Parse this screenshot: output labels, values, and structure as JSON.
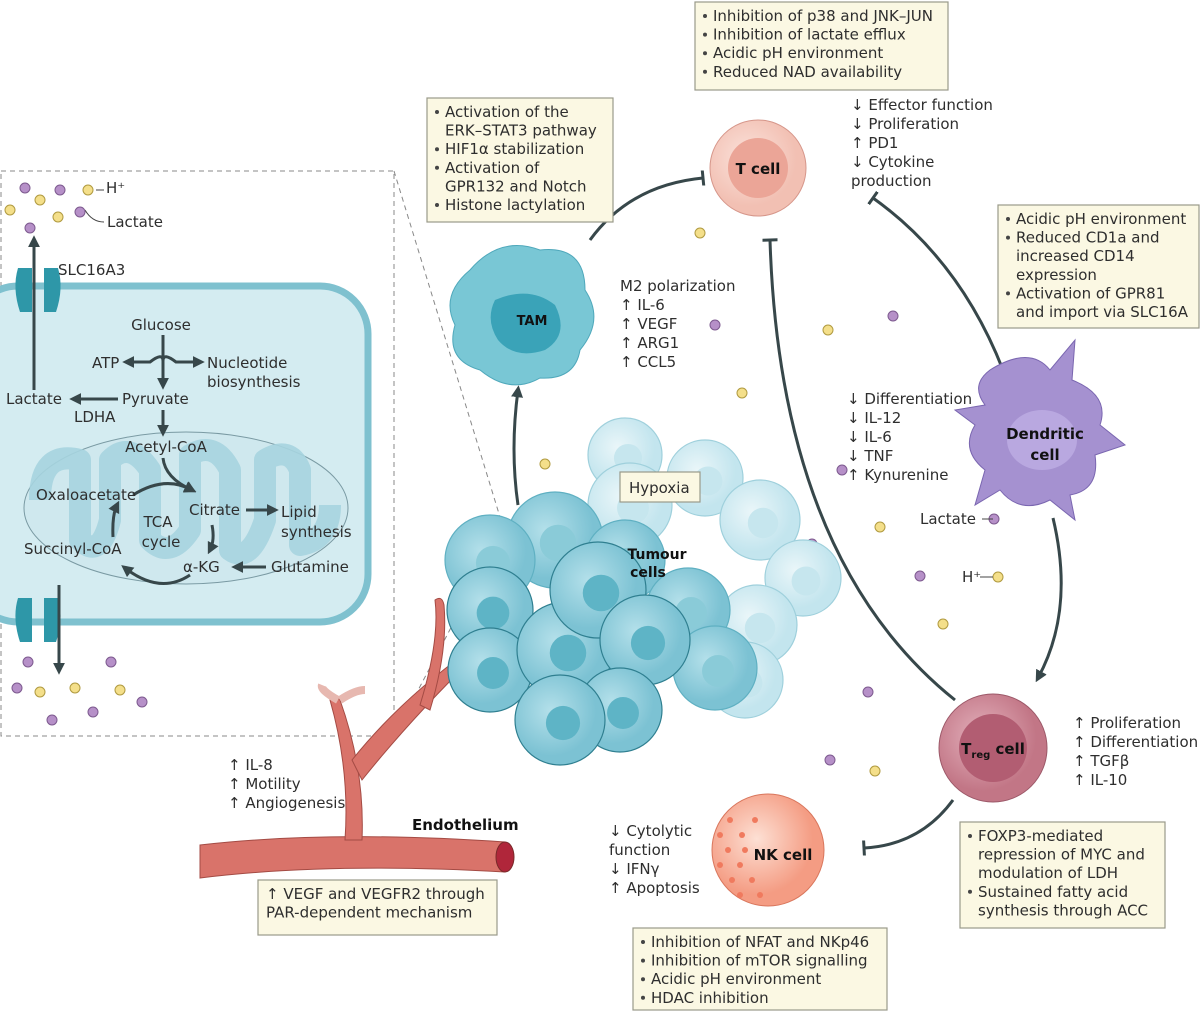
{
  "colors": {
    "note_bg": "#fbf8e3",
    "cell_cytoplasm": "#cde9ef",
    "membrane": "#7fc1cf",
    "tumour": "#7fc6d6",
    "tam": "#79c7d5",
    "t_cell": "#f5cfc6",
    "dendritic": "#a591d0",
    "treg": "#c77d8e",
    "nk": "#f39a82",
    "endothelium": "#d9736a",
    "lactate": "#b690c8",
    "proton": "#f4df8a",
    "arrow": "#37474a"
  },
  "inset": {
    "h_label": "H⁺",
    "lactate_label": "Lactate",
    "transporter": "SLC16A3",
    "glucose": "Glucose",
    "atp": "ATP",
    "nucleotide": [
      "Nucleotide",
      "biosynthesis"
    ],
    "pyruvate": "Pyruvate",
    "lactate": "Lactate",
    "ldha": "LDHA",
    "acetyl_coa": "Acetyl-CoA",
    "oxaloacetate": "Oxaloacetate",
    "citrate": "Citrate",
    "lipid": [
      "Lipid",
      "synthesis"
    ],
    "tca": [
      "TCA",
      "cycle"
    ],
    "succinyl_coa": "Succinyl-CoA",
    "akg": "α-KG",
    "glutamine": "Glutamine"
  },
  "cells": {
    "t_cell": "T cell",
    "tam": "TAM",
    "dendritic": [
      "Dendritic",
      "cell"
    ],
    "treg_main": "T",
    "treg_sub": "reg",
    "treg_rest": " cell",
    "nk": "NK cell",
    "tumour": [
      "Tumour",
      "cells"
    ],
    "endothelium": "Endothelium",
    "hypoxia": "Hypoxia"
  },
  "effects": {
    "t_cell": [
      "↓ Effector function",
      "↓ Proliferation",
      "↑ PD1",
      "↓ Cytokine",
      "   production"
    ],
    "tam": [
      "M2 polarization",
      "↑ IL-6",
      "↑ VEGF",
      "↑ ARG1",
      "↑ CCL5"
    ],
    "dendritic": [
      "↓ Differentiation",
      "↓ IL-12",
      "↓ IL-6",
      "↓ TNF",
      "↑ Kynurenine"
    ],
    "treg": [
      "↑ Proliferation",
      "↑ Differentiation",
      "↑ TGFβ",
      "↑ IL-10"
    ],
    "nk": [
      "↓ Cytolytic",
      "   function",
      "↓ IFNγ",
      "↑ Apoptosis"
    ],
    "endothelium": [
      "↑ IL-8",
      "↑ Motility",
      "↑ Angiogenesis"
    ]
  },
  "floating_labels": {
    "lactate": "Lactate",
    "h": "H⁺"
  },
  "notes": {
    "t_cell": [
      [
        "Inhibition of p38 and JNK–JUN"
      ],
      [
        "Inhibition of lactate efflux"
      ],
      [
        "Acidic pH environment"
      ],
      [
        "Reduced NAD availability"
      ]
    ],
    "tam": [
      [
        "Activation of the",
        "ERK–STAT3 pathway"
      ],
      [
        "HIF1α stabilization"
      ],
      [
        "Activation of",
        "GPR132 and Notch"
      ],
      [
        "Histone lactylation"
      ]
    ],
    "dendritic": [
      [
        "Acidic pH environment"
      ],
      [
        "Reduced CD1a and",
        "increased CD14",
        "expression"
      ],
      [
        "Activation of GPR81",
        "and import via SLC16A"
      ]
    ],
    "treg": [
      [
        "FOXP3-mediated",
        "repression of MYC and",
        "modulation of LDH"
      ],
      [
        "Sustained fatty acid",
        "synthesis through ACC"
      ]
    ],
    "nk": [
      [
        "Inhibition of NFAT and NKp46"
      ],
      [
        "Inhibition of mTOR signalling"
      ],
      [
        "Acidic pH environment"
      ],
      [
        "HDAC inhibition"
      ]
    ],
    "endothelium": [
      [
        "↑ VEGF and VEGFR2 through",
        "PAR-dependent mechanism"
      ]
    ]
  }
}
